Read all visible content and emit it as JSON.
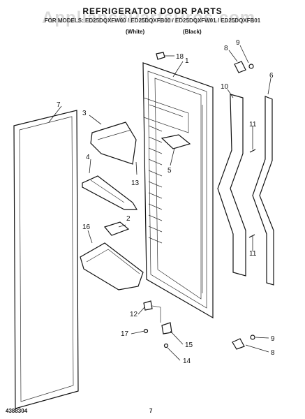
{
  "header": {
    "watermark": "AppliancePartsPros.com",
    "title": "REFRIGERATOR DOOR PARTS",
    "subtitle": "FOR MODELS: ED25DQXFW00 / ED25DQXFB00 / ED25DQXFW01 / ED25DQXFB01",
    "variant_white": "(White)",
    "variant_black": "(Black)"
  },
  "callouts": [
    "1",
    "2",
    "3",
    "4",
    "5",
    "6",
    "7",
    "8",
    "9",
    "10",
    "11",
    "12",
    "13",
    "14",
    "15",
    "16",
    "17",
    "18"
  ],
  "callout_duplicates": [
    "11",
    "9",
    "8"
  ],
  "footer": {
    "doc_number": "4388304",
    "page_number": "7"
  }
}
